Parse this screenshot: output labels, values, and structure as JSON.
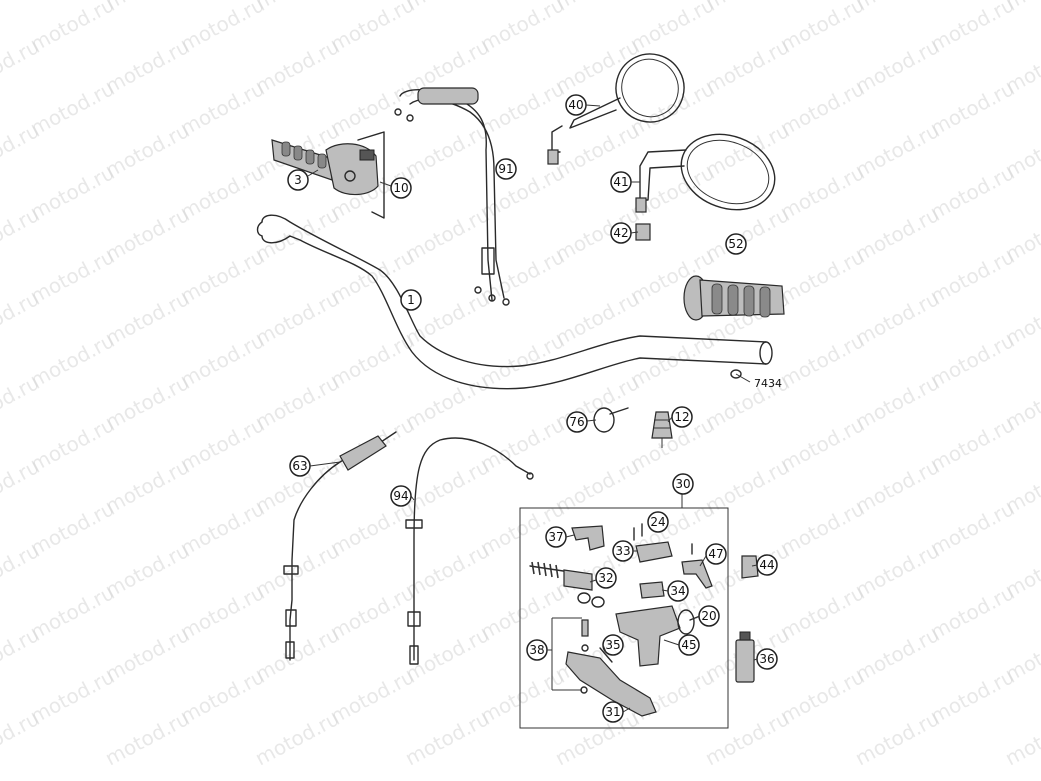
{
  "watermark": "motod.ru",
  "callouts": [
    "1",
    "3",
    "10",
    "91",
    "40",
    "41",
    "42",
    "52",
    "7434",
    "76",
    "12",
    "30",
    "24",
    "37",
    "33",
    "47",
    "44",
    "32",
    "34",
    "20",
    "35",
    "38",
    "45",
    "36",
    "31",
    "63",
    "94"
  ]
}
